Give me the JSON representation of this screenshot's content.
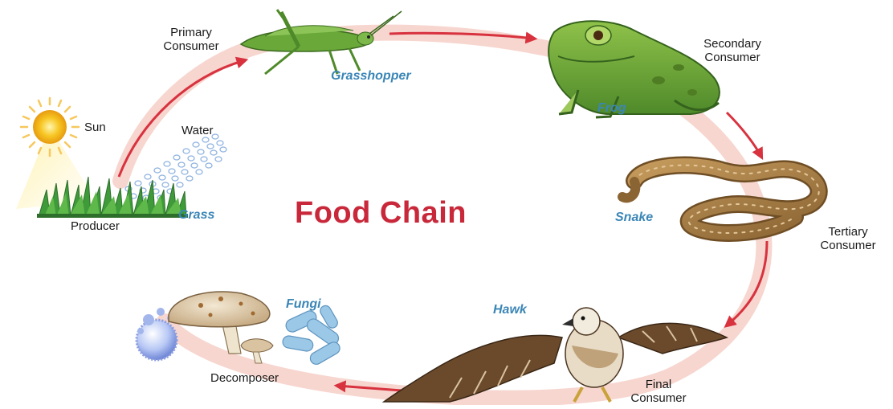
{
  "title": "Food Chain",
  "labels": {
    "sun": "Sun",
    "water": "Water",
    "producer": "Producer",
    "primary_1": "Primary",
    "primary_2": "Consumer",
    "secondary_1": "Secondary",
    "secondary_2": "Consumer",
    "tertiary_1": "Tertiary",
    "tertiary_2": "Consumer",
    "final_1": "Final",
    "final_2": "Consumer",
    "decomposer": "Decomposer"
  },
  "organisms": {
    "grass": "Grass",
    "grasshopper": "Grasshopper",
    "frog": "Frog",
    "snake": "Snake",
    "hawk": "Hawk",
    "fungi": "Fungi"
  },
  "colors": {
    "title": "#c8283a",
    "organism_text": "#3b86b6",
    "ring": "#f7d6cf",
    "arrow": "#d8323f"
  }
}
